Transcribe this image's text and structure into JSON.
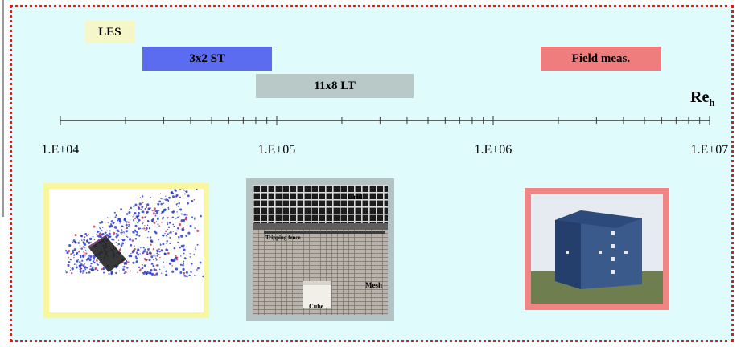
{
  "chart_data": {
    "type": "range-bars",
    "axis": {
      "label_main": "Re",
      "label_sub": "h",
      "scale": "log",
      "range": [
        10000,
        10000000
      ],
      "tick_labels": [
        "1.E+04",
        "1.E+05",
        "1.E+06",
        "1.E+07"
      ]
    },
    "bars": [
      {
        "name": "LES",
        "start": 13000,
        "end": 22000,
        "color": "#f5f7c8"
      },
      {
        "name": "3x2 ST",
        "start": 24000,
        "end": 95000,
        "color": "#5b6cf0"
      },
      {
        "name": "11x8 LT",
        "start": 80000,
        "end": 430000,
        "color": "#b8c9c8"
      },
      {
        "name": "Field meas.",
        "start": 1650000,
        "end": 6000000,
        "color": "#ef7d7d"
      }
    ]
  },
  "panels": {
    "les": {
      "frame_color": "#f9f6a0"
    },
    "tunnel": {
      "frame_color": "#b3c2c2",
      "labels": {
        "grid": "Grid",
        "tripping": "Tripping fence",
        "mesh": "Mesh",
        "cube": "Cube"
      }
    },
    "field": {
      "frame_color": "#ef8585"
    }
  }
}
